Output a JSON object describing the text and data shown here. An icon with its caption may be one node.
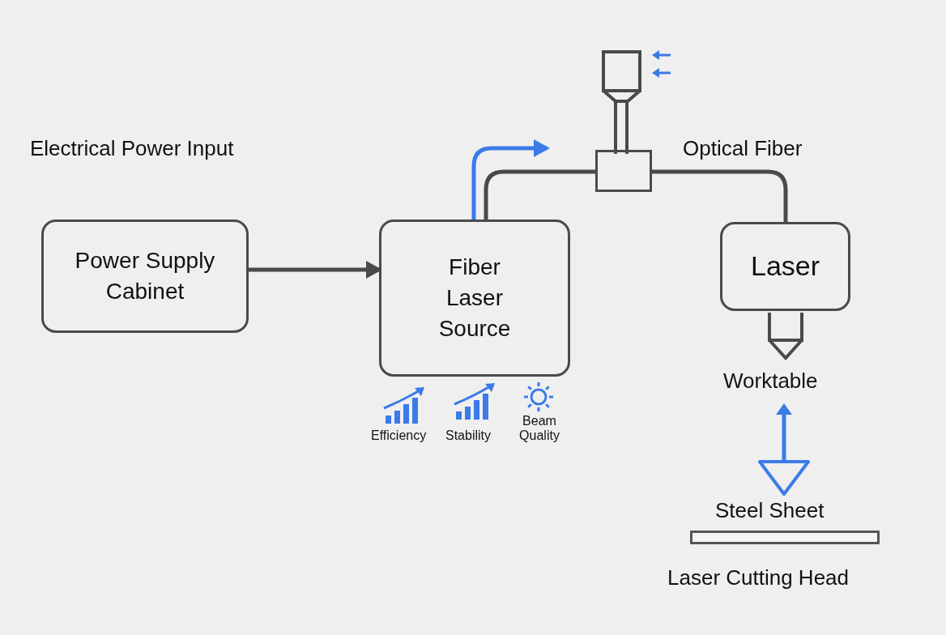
{
  "diagram": {
    "nodes": [
      {
        "text": [
          "Power Supply Cabinet"
        ]
      },
      {
        "text": [
          "Fiber Laser Source"
        ]
      },
      {
        "text": [
          "Laser"
        ]
      },
      {
        "text": [],
        "shape": "box"
      },
      {
        "text": [],
        "shape": "bar",
        "beside": [
          "Steel Sheet"
        ]
      }
    ],
    "edges": [
      {
        "from": 0,
        "to": 1,
        "arrow": "to"
      },
      {
        "from": 1,
        "to": 3,
        "arrow": "none"
      },
      {
        "from": 3,
        "to": 2,
        "arrow": "none"
      },
      {
        "from": 1,
        "to": null,
        "arrow": "to",
        "color": "#3b7be8"
      }
    ],
    "labels": [
      "Electrical Power Input",
      "Optical Fiber",
      "Worktable",
      "Efficiency",
      "Stability",
      "Beam Quality",
      "Laser Cutting Head"
    ]
  }
}
